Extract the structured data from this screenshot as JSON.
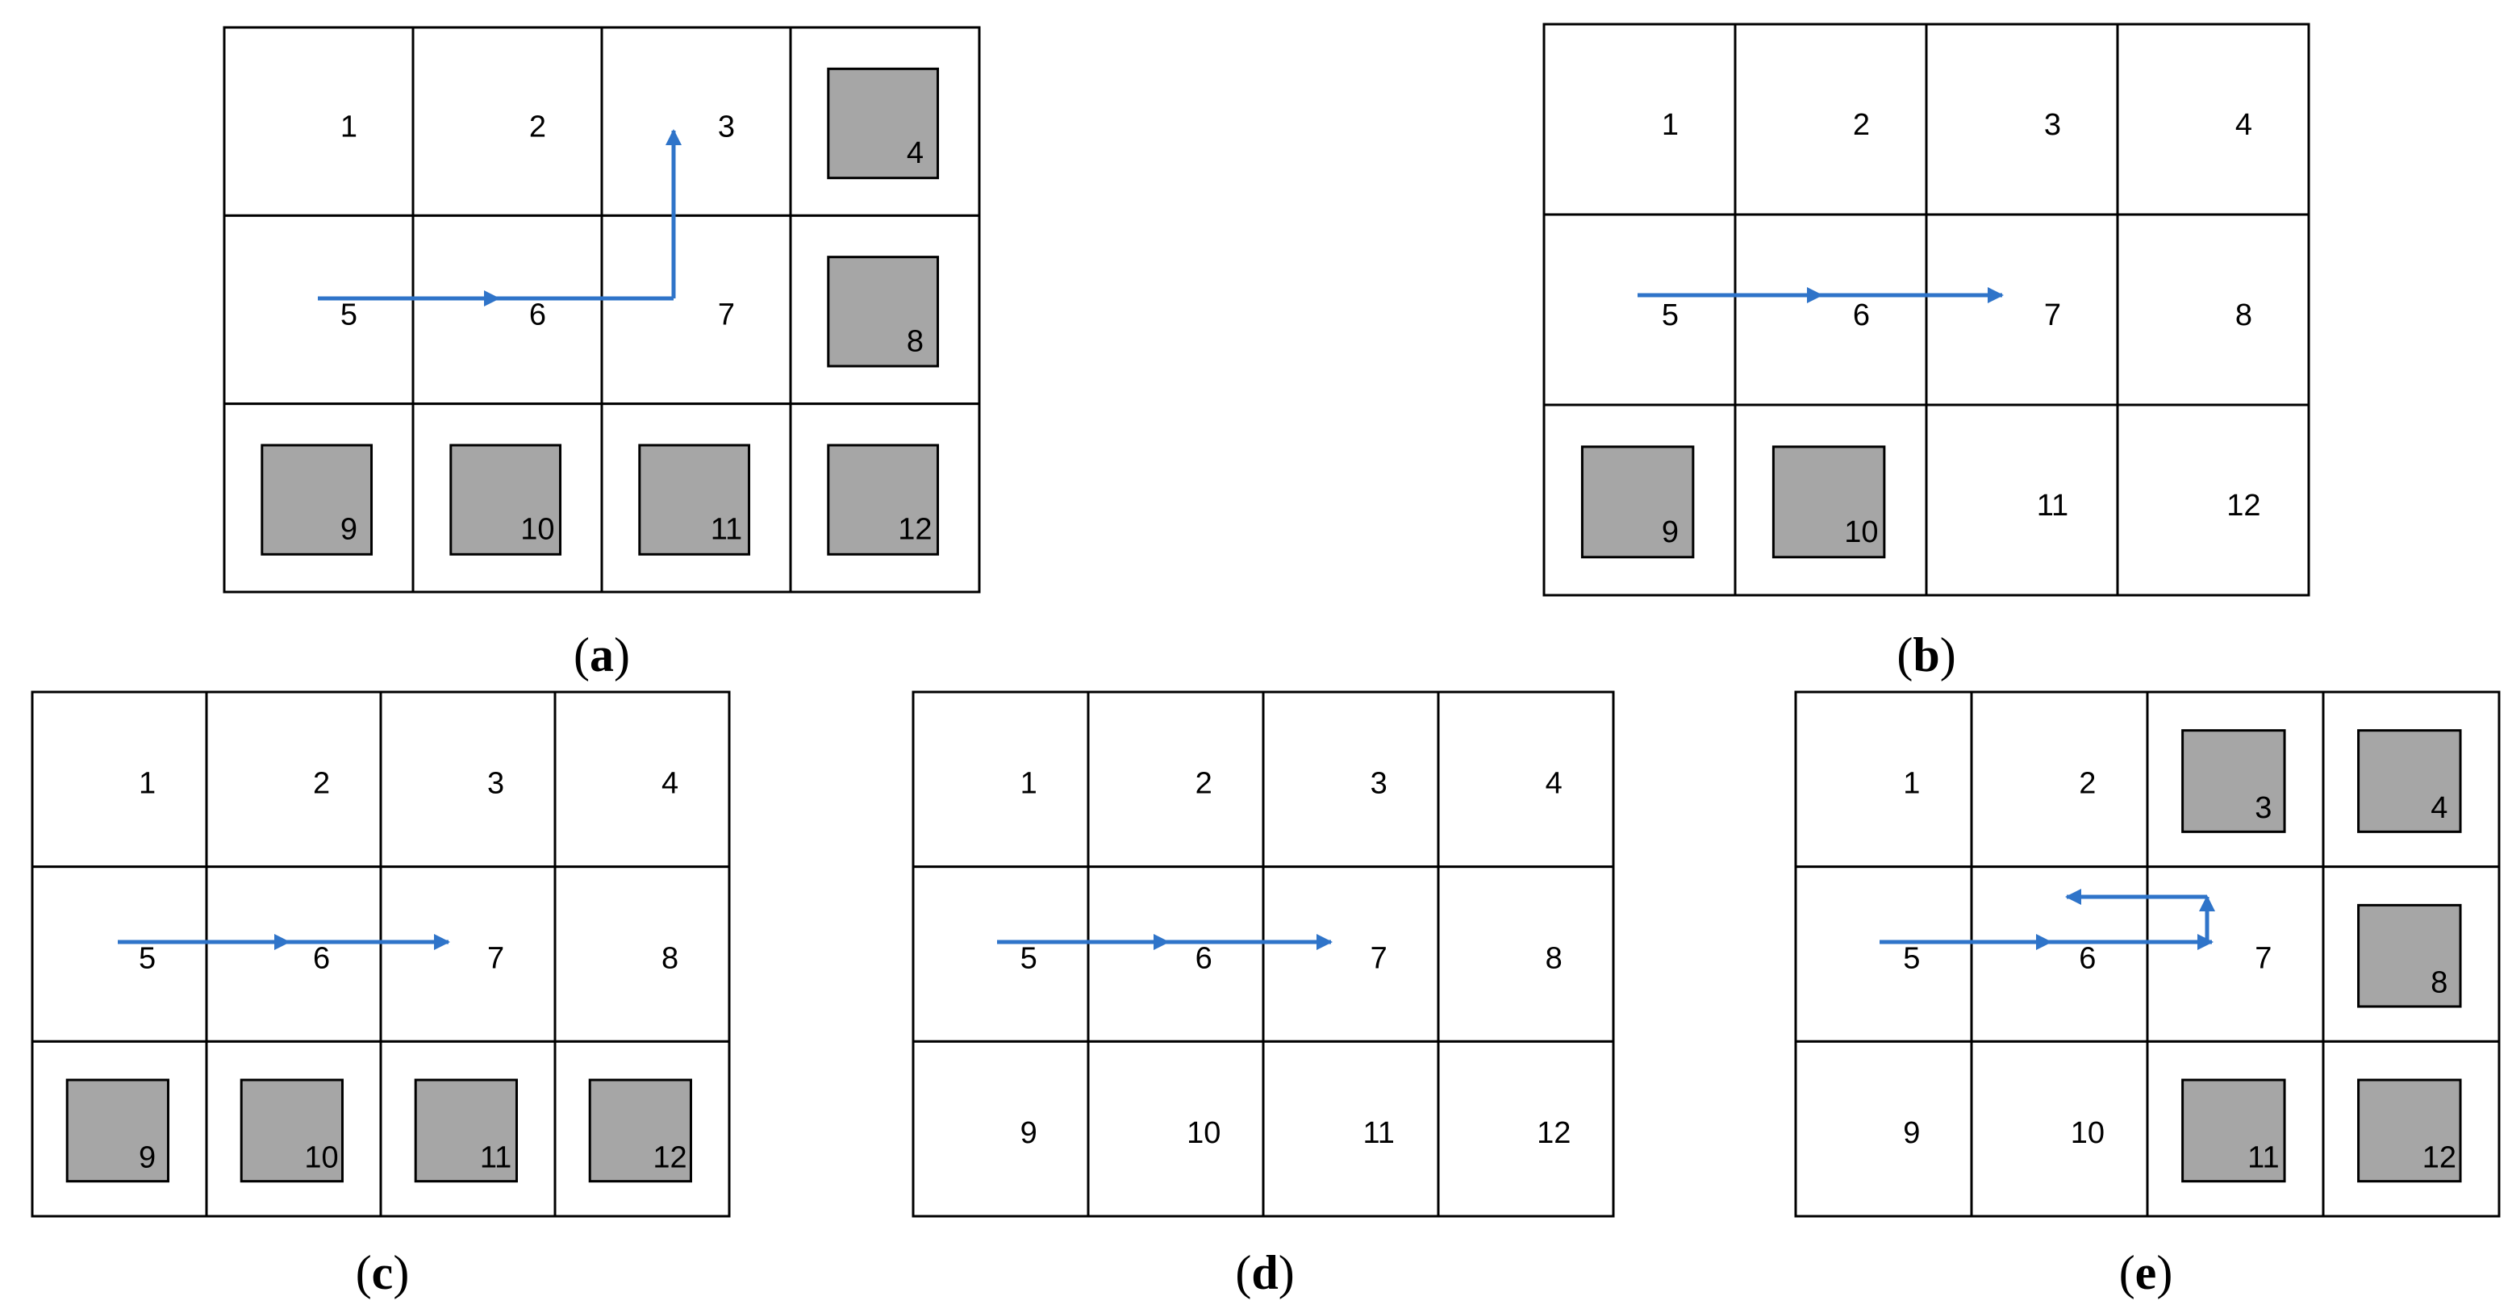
{
  "colors": {
    "grid_line": "#000000",
    "obstacle_fill": "#a6a6a6",
    "arrow": "#2f74c9"
  },
  "panels": [
    {
      "id": "a",
      "label": "a",
      "cells": [
        "1",
        "2",
        "3",
        "4",
        "5",
        "6",
        "7",
        "8",
        "9",
        "10",
        "11",
        "12"
      ],
      "obstacles": [
        4,
        8,
        9,
        10,
        11,
        12
      ]
    },
    {
      "id": "b",
      "label": "b",
      "cells": [
        "1",
        "2",
        "3",
        "4",
        "5",
        "6",
        "7",
        "8",
        "9",
        "10",
        "11",
        "12"
      ],
      "obstacles": [
        9,
        10
      ]
    },
    {
      "id": "c",
      "label": "c",
      "cells": [
        "1",
        "2",
        "3",
        "4",
        "5",
        "6",
        "7",
        "8",
        "9",
        "10",
        "11",
        "12"
      ],
      "obstacles": [
        9,
        10,
        11,
        12
      ]
    },
    {
      "id": "d",
      "label": "d",
      "cells": [
        "1",
        "2",
        "3",
        "4",
        "5",
        "6",
        "7",
        "8",
        "9",
        "10",
        "11",
        "12"
      ],
      "obstacles": []
    },
    {
      "id": "e",
      "label": "e",
      "cells": [
        "1",
        "2",
        "3",
        "4",
        "5",
        "6",
        "7",
        "8",
        "9",
        "10",
        "11",
        "12"
      ],
      "obstacles": [
        3,
        4,
        8,
        11,
        12
      ]
    }
  ]
}
